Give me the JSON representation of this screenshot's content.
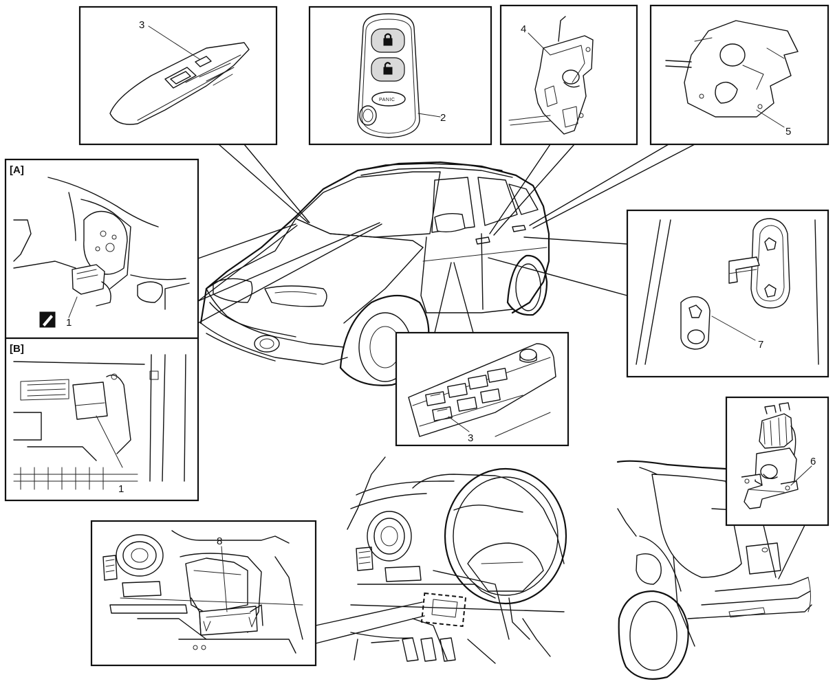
{
  "labels": {
    "section_a": "[A]",
    "section_b": "[B]",
    "part_1_a": "1",
    "part_1_b": "1",
    "part_2": "2",
    "part_3_top": "3",
    "part_3_bottom": "3",
    "part_4": "4",
    "part_5": "5",
    "part_6": "6",
    "part_7": "7",
    "part_8": "8",
    "remote_button": "PANIC"
  },
  "icons": {
    "connector_symbol": "connector-disconnect-icon",
    "lock_icon": "lock-icon",
    "unlock_icon": "unlock-icon"
  }
}
